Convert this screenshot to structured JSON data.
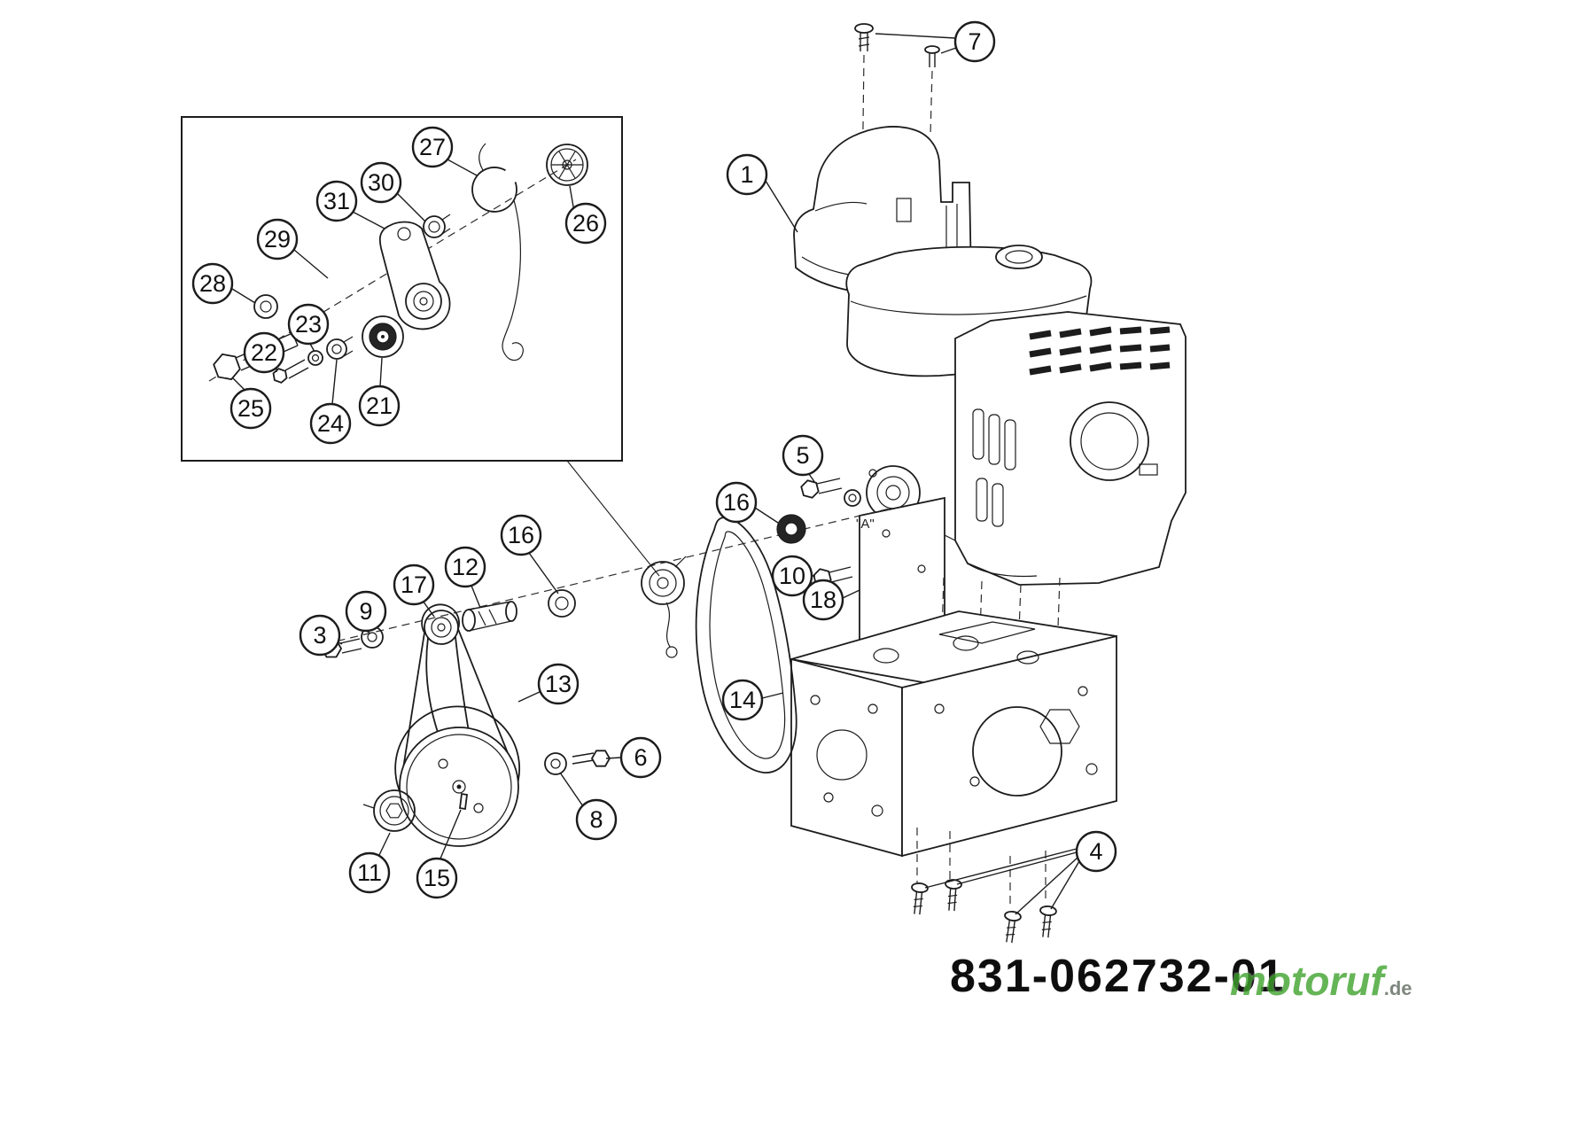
{
  "meta": {
    "part_number": "831-062732-01",
    "watermark_name": "motoruf",
    "watermark_tld": ".de",
    "a_marker": "\"A\""
  },
  "colors": {
    "line": "#1c1c1c",
    "background": "#ffffff",
    "watermark_green": "#3fa32e"
  },
  "callouts": [
    {
      "label": "7"
    },
    {
      "label": "1"
    },
    {
      "label": "27"
    },
    {
      "label": "30"
    },
    {
      "label": "31"
    },
    {
      "label": "29"
    },
    {
      "label": "28"
    },
    {
      "label": "26"
    },
    {
      "label": "23"
    },
    {
      "label": "22"
    },
    {
      "label": "25"
    },
    {
      "label": "24"
    },
    {
      "label": "21"
    },
    {
      "label": "5"
    },
    {
      "label": "16"
    },
    {
      "label": "10"
    },
    {
      "label": "18"
    },
    {
      "label": "16"
    },
    {
      "label": "12"
    },
    {
      "label": "17"
    },
    {
      "label": "9"
    },
    {
      "label": "3"
    },
    {
      "label": "13"
    },
    {
      "label": "14"
    },
    {
      "label": "6"
    },
    {
      "label": "8"
    },
    {
      "label": "11"
    },
    {
      "label": "15"
    },
    {
      "label": "4"
    }
  ]
}
